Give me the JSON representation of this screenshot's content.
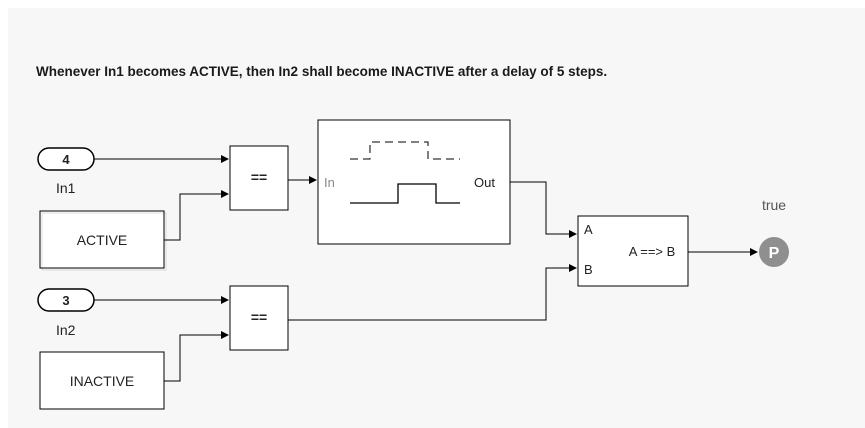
{
  "requirement": {
    "text": "Whenever In1 becomes ACTIVE, then In2 shall become INACTIVE after a delay of 5 steps."
  },
  "inports": [
    {
      "number": "4",
      "name": "In1"
    },
    {
      "number": "3",
      "name": "In2"
    }
  ],
  "constants": [
    {
      "value": "ACTIVE"
    },
    {
      "value": "INACTIVE"
    }
  ],
  "compare_blocks": [
    {
      "operator": "=="
    },
    {
      "operator": "=="
    }
  ],
  "delay_block": {
    "in_port": "In",
    "out_port": "Out"
  },
  "implies_block": {
    "port_a": "A",
    "port_b": "B",
    "label": "A ==> B"
  },
  "proof_objective": {
    "icon": "P",
    "label": "true"
  },
  "colors": {
    "background": "#f7f7f7",
    "line": "#000000",
    "block_fill": "#ffffff",
    "proof_fill": "#8f8f8f"
  }
}
